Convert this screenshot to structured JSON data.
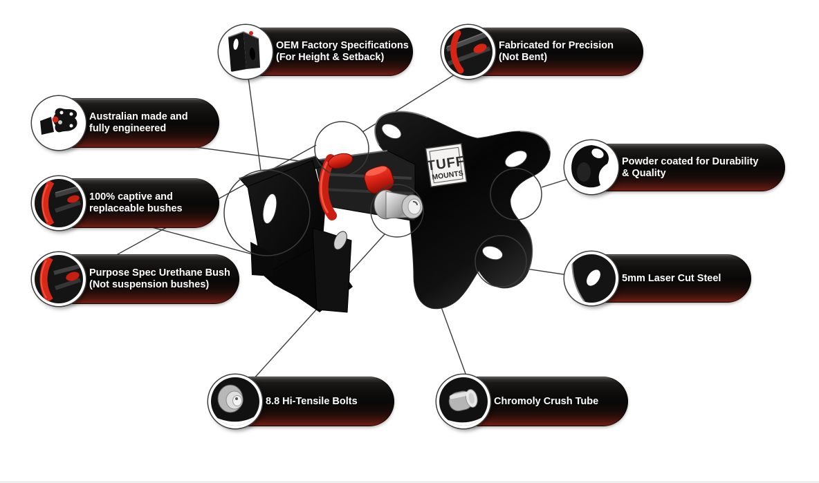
{
  "figure": {
    "title": "Tuff Mounts engine mount feature infographic",
    "background": "#ffffff"
  },
  "product": {
    "brand_plate": {
      "line1": "TUFF",
      "line2": "MOUNTS"
    },
    "colors": {
      "body_black": "#0b0b0b",
      "bush_red": "#d82415",
      "chrome_silver": "#d6d6d6",
      "pill_red_glow": "#6e1e14",
      "line_gray": "#3a3a3a"
    }
  },
  "callouts": [
    {
      "id": "oem",
      "line1": "OEM Factory Specifications",
      "line2": "(For Height & Setback)",
      "icon": "bracket-corner-photo"
    },
    {
      "id": "fabricated",
      "line1": "Fabricated for Precision",
      "line2": "(Not Bent)",
      "icon": "fabricated-plate-photo"
    },
    {
      "id": "australian",
      "line1": "Australian made and",
      "line2": "fully engineered",
      "icon": "full-mount-photo"
    },
    {
      "id": "captive",
      "line1": "100% captive and",
      "line2": "replaceable bushes",
      "icon": "captive-bush-photo"
    },
    {
      "id": "urethane",
      "line1": "Purpose Spec Urethane Bush",
      "line2": "(Not suspension bushes)",
      "icon": "urethane-bush-photo"
    },
    {
      "id": "powder",
      "line1": "Powder coated for Durability",
      "line2": "& Quality",
      "icon": "powder-coat-photo"
    },
    {
      "id": "laser",
      "line1": "5mm Laser Cut Steel",
      "line2": "",
      "icon": "laser-slot-photo"
    },
    {
      "id": "bolts",
      "line1": "8.8 Hi-Tensile Bolts",
      "line2": "",
      "icon": "hi-tensile-bolt-photo"
    },
    {
      "id": "chromoly",
      "line1": "Chromoly Crush Tube",
      "line2": "",
      "icon": "crush-tube-photo"
    }
  ]
}
